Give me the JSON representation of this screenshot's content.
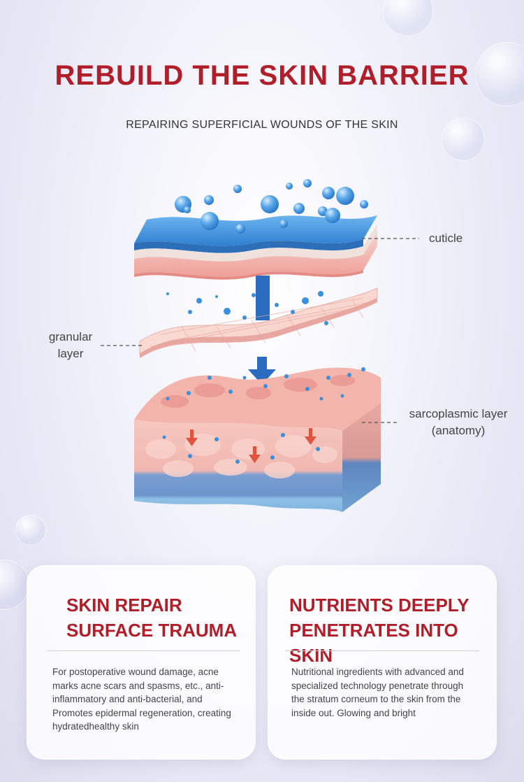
{
  "header": {
    "title": "REBUILD THE SKIN BARRIER",
    "subtitle": "REPAIRING SUPERFICIAL WOUNDS OF THE SKIN"
  },
  "diagram": {
    "labels": {
      "cuticle": "cuticle",
      "granular_line1": "granular",
      "granular_line2": "layer",
      "sarco_line1": "sarcoplasmic layer",
      "sarco_line2": "(anatomy)"
    }
  },
  "cards": [
    {
      "title_line1": "SKIN REPAIR",
      "title_line2": "SURFACE TRAUMA",
      "text": "For postoperative wound damage, acne marks acne scars and spasms, etc., anti-inflammatory and anti-bacterial, and Promotes epidermal regeneration, creating hydratedhealthy skin"
    },
    {
      "title_line1": "NUTRIENTS DEEPLY",
      "title_line2": "PENETRATES INTO SKIN",
      "text": "Nutritional ingredients with advanced and specialized technology penetrate through the stratum corneum to the skin from the inside out. Glowing and bright"
    }
  ],
  "colors": {
    "accent_red": "#b01e2a",
    "water_blue": "#2e86d6",
    "skin_pink": "#f2b4ae"
  }
}
